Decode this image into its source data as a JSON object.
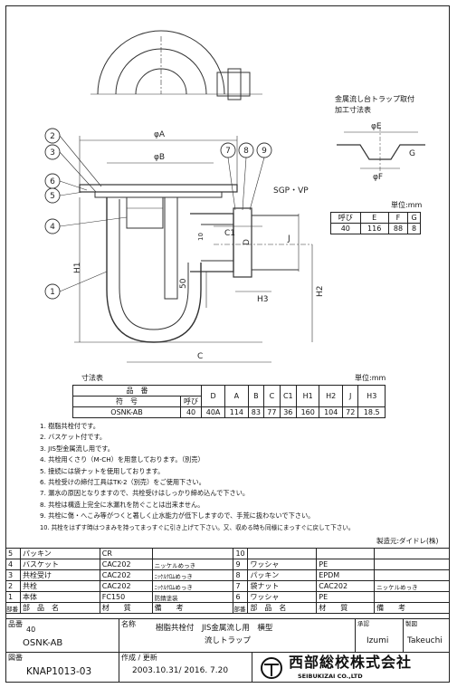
{
  "drawing": {
    "callouts": [
      "1",
      "2",
      "3",
      "4",
      "5",
      "6",
      "7",
      "8",
      "9"
    ],
    "labels": {
      "phiA": "φA",
      "phiB": "φB",
      "H1": "H1",
      "H2": "H2",
      "H3": "H3",
      "C": "C",
      "C1": "C1",
      "J": "J",
      "D": "D",
      "sgp": "SGP・VP",
      "dim50": "50",
      "dim10": "10"
    }
  },
  "trap_table": {
    "title_line1": "金属流し台トラップ取付",
    "title_line2": "加工寸法表",
    "unit": "単位:mm",
    "labels": {
      "phiE": "φE",
      "phiF": "φF",
      "G": "G"
    },
    "headers": [
      "呼び",
      "E",
      "F",
      "G"
    ],
    "row": [
      "40",
      "116",
      "88",
      "8"
    ]
  },
  "dim_table": {
    "title": "寸法表",
    "unit": "単位:mm",
    "header_hinban": "品　番",
    "header_fugou": "符　号",
    "header_yobi": "呼び",
    "cols": [
      "D",
      "A",
      "B",
      "C",
      "C1",
      "H1",
      "H2",
      "J",
      "H3"
    ],
    "row": {
      "code": "OSNK-AB",
      "yobi": "40",
      "values": [
        "40A",
        "114",
        "83",
        "77",
        "36",
        "160",
        "104",
        "72",
        "18.5"
      ]
    }
  },
  "notes": [
    "1. 樹脂共栓付です。",
    "2. バスケット付です。",
    "3. JIS型金属流し用です。",
    "4. 共栓用くさり（M-CH）を用意しております。（別売）",
    "5. 接続には袋ナットを使用しております。",
    "6. 共栓受けの締付工具はTK-2（別売）をご使用下さい。",
    "7. 漏水の原因となりますので、共栓受けはしっかり締め込んで下さい。",
    "8. 共栓は構造上完全に水漏れを防ぐことは出来ません。",
    "9. 共栓に傷・へこみ等がつくと著しく止水能力が低下しますので、手荒に扱わないで下さい。",
    "10. 共栓をはずす時はつまみを持ってまっすぐに引き上げて下さい。又、収める時も同様にまっすぐに戻して下さい。"
  ],
  "maker_note": "製造元:ダイドレ(株)",
  "parts": {
    "rows": [
      {
        "l_no": "5",
        "l_name": "パッキン",
        "l_mat": "CR",
        "l_note": "",
        "r_no": "10",
        "r_name": "",
        "r_mat": "",
        "r_note": ""
      },
      {
        "l_no": "4",
        "l_name": "バスケット",
        "l_mat": "CAC202",
        "l_note": "ニッケルめっき",
        "r_no": "9",
        "r_name": "ワッシャ",
        "r_mat": "PE",
        "r_note": ""
      },
      {
        "l_no": "3",
        "l_name": "共栓受け",
        "l_mat": "CAC202",
        "l_note": "ﾆｯｹﾙｸﾛﾑめっき",
        "r_no": "8",
        "r_name": "パッキン",
        "r_mat": "EPDM",
        "r_note": ""
      },
      {
        "l_no": "2",
        "l_name": "共栓",
        "l_mat": "CAC202",
        "l_note": "ﾆｯｹﾙｸﾛﾑめっき",
        "r_no": "7",
        "r_name": "袋ナット",
        "r_mat": "CAC202",
        "r_note": "ニッケルめっき"
      },
      {
        "l_no": "1",
        "l_name": "本体",
        "l_mat": "FC150",
        "l_note": "防錆塗装",
        "r_no": "6",
        "r_name": "ワッシャ",
        "r_mat": "PE",
        "r_note": ""
      }
    ],
    "header": {
      "no": "部番",
      "name": "部　品　名",
      "mat": "材　　質",
      "note": "備　　考"
    }
  },
  "title_block": {
    "hinban_label": "品番",
    "hinban_yobi": "40",
    "hinban_code": "OSNK-AB",
    "meisho_label": "名称",
    "meisho_1": "樹脂共栓付　JIS金属流し用　横型",
    "meisho_2": "流しトラップ",
    "shonin_label": "承認",
    "shonin": "Izumi",
    "seizu_label": "製図",
    "seizu": "Takeuchi",
    "zuban_label": "図番",
    "zuban": "KNAP1013-03",
    "sakusei_label": "作成 / 更新",
    "sakusei": "2003.10.31/ 2016. 7.20",
    "company_jp": "西部総校株式会社",
    "company_en": "SEIBUKIZAI CO.,LTD"
  }
}
